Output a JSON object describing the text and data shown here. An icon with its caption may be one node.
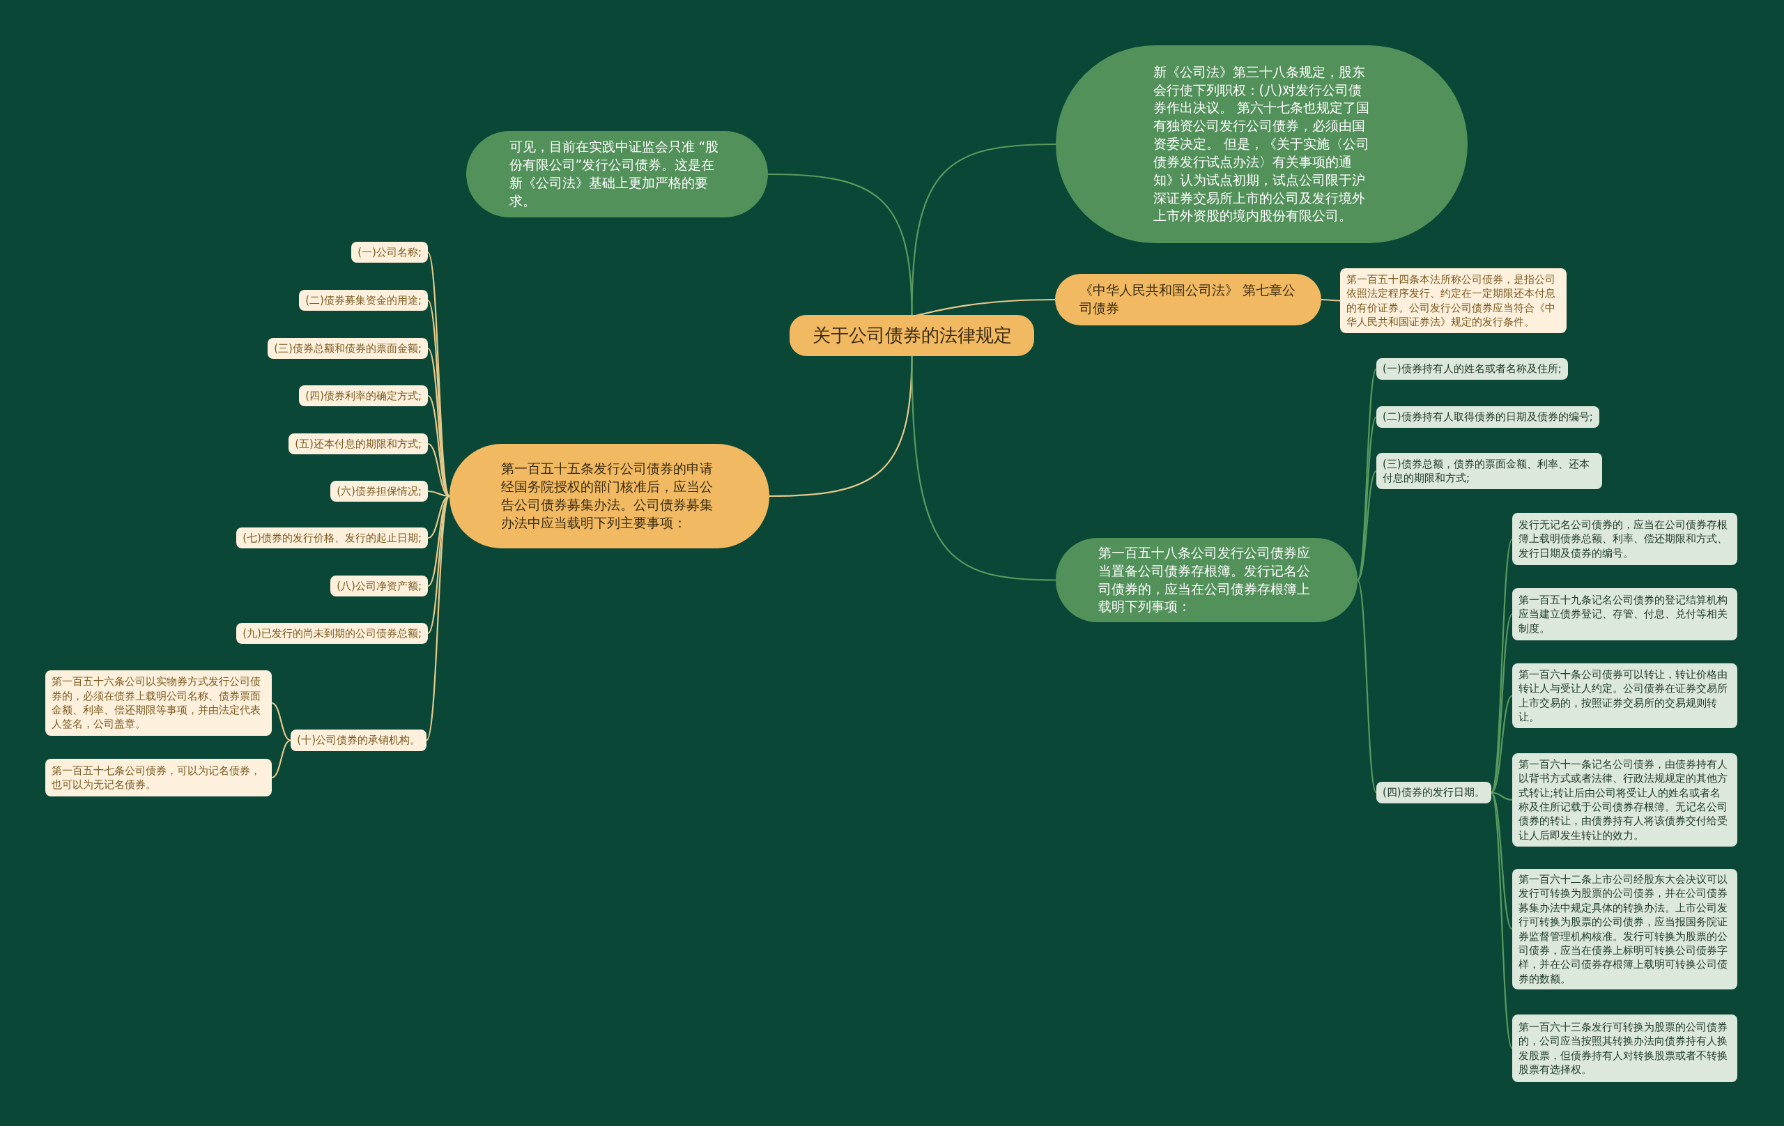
{
  "diagram": {
    "nodes": [
      {
        "text": [
          "关于公司债券的法律规定"
        ]
      },
      {
        "text": [
          "可见，目前在实践中证监会只准 “股份有限公司”发行公司债券。这是在新《公司法》基础上更加严格的要求。"
        ]
      },
      {
        "text": [
          "新《公司法》第三十八条规定，股东会行使下列职权：(八)对发行公司债券作出决议。 第六十七条也规定了国有独资公司发行公司债券，必须由国资委决定。 但是，《关于实施〈公司债券发行试点办法〉有关事项的通知》认为试点初期，试点公司限于沪深证券交易所上市的公司及发行境外上市外资股的境内股份有限公司。"
        ]
      },
      {
        "text": [
          "《中华人民共和国公司法》 第七章公司债券"
        ]
      },
      {
        "text": [
          "第一百五十四条本法所称公司债券，是指公司依照法定程序发行、约定在一定期限还本付息的有价证券。公司发行公司债券应当符合《中华人民共和国证券法》规定的发行条件。"
        ]
      },
      {
        "text": [
          "第一百五十五条发行公司债券的申请经国务院授权的部门核准后，应当公告公司债券募集办法。公司债券募集办法中应当载明下列主要事项："
        ]
      },
      {
        "text": [
          "(一)公司名称;"
        ]
      },
      {
        "text": [
          "(二)债券募集资金的用途;"
        ]
      },
      {
        "text": [
          "(三)债券总额和债券的票面金额;"
        ]
      },
      {
        "text": [
          "(四)债券利率的确定方式;"
        ]
      },
      {
        "text": [
          "(五)还本付息的期限和方式;"
        ]
      },
      {
        "text": [
          "(六)债券担保情况;"
        ]
      },
      {
        "text": [
          "(七)债券的发行价格、发行的起止日期;"
        ]
      },
      {
        "text": [
          "(八)公司净资产额;"
        ]
      },
      {
        "text": [
          "(九)已发行的尚未到期的公司债券总额;"
        ]
      },
      {
        "text": [
          "(十)公司债券的承销机构。"
        ]
      },
      {
        "text": [
          "第一百五十六条公司以实物券方式发行公司债券的，必须在债券上载明公司名称、债券票面金额、利率、偿还期限等事项，并由法定代表人签名，公司盖章。"
        ]
      },
      {
        "text": [
          "第一百五十七条公司债券，可以为记名债券，也可以为无记名债券。"
        ]
      },
      {
        "text": [
          "第一百五十八条公司发行公司债券应当置备公司债券存根簿。发行记名公司债券的，应当在公司债券存根簿上载明下列事项："
        ]
      },
      {
        "text": [
          "(一)债券持有人的姓名或者名称及住所;"
        ]
      },
      {
        "text": [
          "(二)债券持有人取得债券的日期及债券的编号;"
        ]
      },
      {
        "text": [
          "(三)债券总额，债券的票面金额、利率、还本付息的期限和方式;"
        ]
      },
      {
        "text": [
          "(四)债券的发行日期。"
        ]
      },
      {
        "text": [
          "发行无记名公司债券的，应当在公司债券存根簿上载明债券总额、利率、偿还期限和方式、发行日期及债券的编号。"
        ]
      },
      {
        "text": [
          "第一百五十九条记名公司债券的登记结算机构应当建立债券登记、存管、付息、兑付等相关制度。"
        ]
      },
      {
        "text": [
          "第一百六十条公司债券可以转让，转让价格由转让人与受让人约定。公司债券在证券交易所上市交易的，按照证券交易所的交易规则转让。"
        ]
      },
      {
        "text": [
          "第一百六十一条记名公司债券，由债券持有人以背书方式或者法律、行政法规规定的其他方式转让;转让后由公司将受让人的姓名或者名称及住所记载于公司债券存根簿。无记名公司债券的转让，由债券持有人将该债券交付给受让人后即发生转让的效力。"
        ]
      },
      {
        "text": [
          "第一百六十二条上市公司经股东大会决议可以发行可转换为股票的公司债券，并在公司债券募集办法中规定具体的转换办法。上市公司发行可转换为股票的公司债券，应当报国务院证券监督管理机构核准。发行可转换为股票的公司债券，应当在债券上标明可转换公司债券字样，并在公司债券存根簿上载明可转换公司债券的数额。"
        ]
      },
      {
        "text": [
          "第一百六十三条发行可转换为股票的公司债券的，公司应当按照其转换办法向债券持有人换发股票，但债券持有人对转换股票或者不转换股票有选择权。"
        ]
      }
    ],
    "edges": [
      {
        "from": 0,
        "to": 1,
        "arrow": "none",
        "color": "#5a9a5e"
      },
      {
        "from": 0,
        "to": 2,
        "arrow": "none",
        "color": "#5a9a5e"
      },
      {
        "from": 0,
        "to": 3,
        "arrow": "none"
      },
      {
        "from": 3,
        "to": 4,
        "arrow": "none"
      },
      {
        "from": 0,
        "to": 5,
        "arrow": "none"
      },
      {
        "from": 5,
        "to": 6,
        "arrow": "none"
      },
      {
        "from": 5,
        "to": 7,
        "arrow": "none"
      },
      {
        "from": 5,
        "to": 8,
        "arrow": "none"
      },
      {
        "from": 5,
        "to": 9,
        "arrow": "none"
      },
      {
        "from": 5,
        "to": 10,
        "arrow": "none"
      },
      {
        "from": 5,
        "to": 11,
        "arrow": "none"
      },
      {
        "from": 5,
        "to": 12,
        "arrow": "none"
      },
      {
        "from": 5,
        "to": 13,
        "arrow": "none"
      },
      {
        "from": 5,
        "to": 14,
        "arrow": "none"
      },
      {
        "from": 5,
        "to": 15,
        "arrow": "none"
      },
      {
        "from": 15,
        "to": 16,
        "arrow": "none"
      },
      {
        "from": 15,
        "to": 17,
        "arrow": "none"
      },
      {
        "from": 0,
        "to": 18,
        "arrow": "none",
        "color": "#5a9a5e"
      },
      {
        "from": 18,
        "to": 19,
        "arrow": "none",
        "color": "#5a9a5e"
      },
      {
        "from": 18,
        "to": 20,
        "arrow": "none",
        "color": "#5a9a5e"
      },
      {
        "from": 18,
        "to": 21,
        "arrow": "none",
        "color": "#5a9a5e"
      },
      {
        "from": 18,
        "to": 22,
        "arrow": "none",
        "color": "#5a9a5e"
      },
      {
        "from": 22,
        "to": 23,
        "arrow": "none",
        "color": "#5a9a5e"
      },
      {
        "from": 22,
        "to": 24,
        "arrow": "none",
        "color": "#5a9a5e"
      },
      {
        "from": 22,
        "to": 25,
        "arrow": "none",
        "color": "#5a9a5e"
      },
      {
        "from": 22,
        "to": 26,
        "arrow": "none",
        "color": "#5a9a5e"
      },
      {
        "from": 22,
        "to": 27,
        "arrow": "none",
        "color": "#5a9a5e"
      },
      {
        "from": 22,
        "to": 28,
        "arrow": "none",
        "color": "#5a9a5e"
      }
    ]
  }
}
